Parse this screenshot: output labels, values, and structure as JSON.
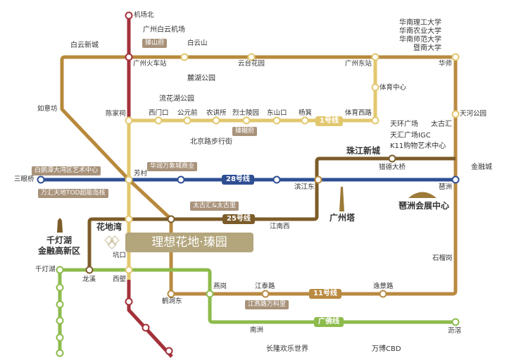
{
  "colors": {
    "line1": "#e2c76e",
    "line2": "#a3313a",
    "line8": "#b8893c",
    "line11": "#b98a42",
    "line25": "#7c5c2a",
    "line28": "#2f4f93",
    "guangfo": "#8dbb4c",
    "tag": "#a8927a",
    "project": "#b3a57c"
  },
  "stations": [
    "机场北",
    "广州火车站",
    "白云山",
    "云台花园",
    "广州东站",
    "华师",
    "体育中心",
    "天河公园",
    "陈家祠",
    "西门口",
    "公元前",
    "农讲所",
    "烈士陵园",
    "东山口",
    "杨箕",
    "体育西路",
    "如意坊",
    "芳村",
    "三眼桥",
    "滨江东",
    "琶洲",
    "猎德大桥",
    "江南西",
    "坑口",
    "千灯湖",
    "龙溪",
    "西塱",
    "鹤洞东",
    "燕岗",
    "江泰路",
    "逸景路",
    "石榴岗",
    "南洲",
    "沥滘"
  ],
  "landmarks": [
    "广州白云机场",
    "白云新城",
    "麓湖公园",
    "流花湖公园",
    "北京路步行街",
    "华南理工大学",
    "华南农业大学",
    "华南师范大学",
    "暨南大学",
    "天环广场",
    "天汇广场IGC",
    "K11购物艺术中心",
    "太古汇",
    "珠江新城",
    "金融城",
    "广州塔",
    "琶洲会展中心",
    "花地湾",
    "千灯湖",
    "金融高新区",
    "长隆欢乐世界",
    "万博CBD"
  ],
  "tags": [
    "臻山府",
    "臻樾府",
    "华润万象城商业",
    "白鹅潭大湾区艺术中心",
    "万汇天地TOD超能岛核",
    "太古汇&太古里",
    "江燕路万科里"
  ],
  "line_labels": [
    "1号线",
    "28号线",
    "25号线",
    "11号线",
    "广佛线"
  ],
  "project": "理想花地·瑧园"
}
